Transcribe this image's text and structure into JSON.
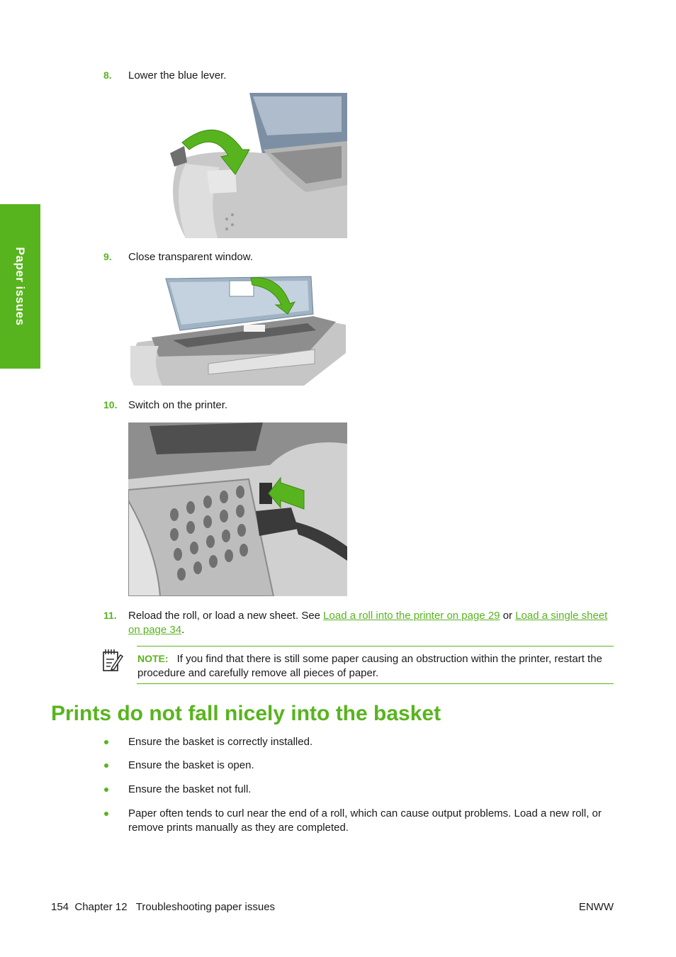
{
  "side_tab": {
    "label": "Paper issues"
  },
  "steps": [
    {
      "number": "8.",
      "text": "Lower the blue lever."
    },
    {
      "number": "9.",
      "text": "Close transparent window."
    },
    {
      "number": "10.",
      "text": "Switch on the printer."
    }
  ],
  "step11": {
    "number": "11.",
    "text_before": "Reload the roll, or load a new sheet. See ",
    "link1": "Load a roll into the printer on page 29",
    "text_middle": " or ",
    "link2": "Load a single sheet on page 34",
    "text_after": "."
  },
  "note": {
    "label": "NOTE:",
    "text": "If you find that there is still some paper causing an obstruction within the printer, restart the procedure and carefully remove all pieces of paper."
  },
  "section": {
    "title": "Prints do not fall nicely into the basket",
    "bullets": [
      "Ensure the basket is correctly installed.",
      "Ensure the basket is open.",
      "Ensure the basket not full.",
      "Paper often tends to curl near the end of a roll, which can cause output problems. Load a new roll, or remove prints manually as they are completed."
    ]
  },
  "footer": {
    "left": "154  Chapter 12   Troubleshooting paper issues",
    "right": "ENWW"
  },
  "colors": {
    "accent": "#58b41e",
    "text": "#1a1a1a"
  }
}
